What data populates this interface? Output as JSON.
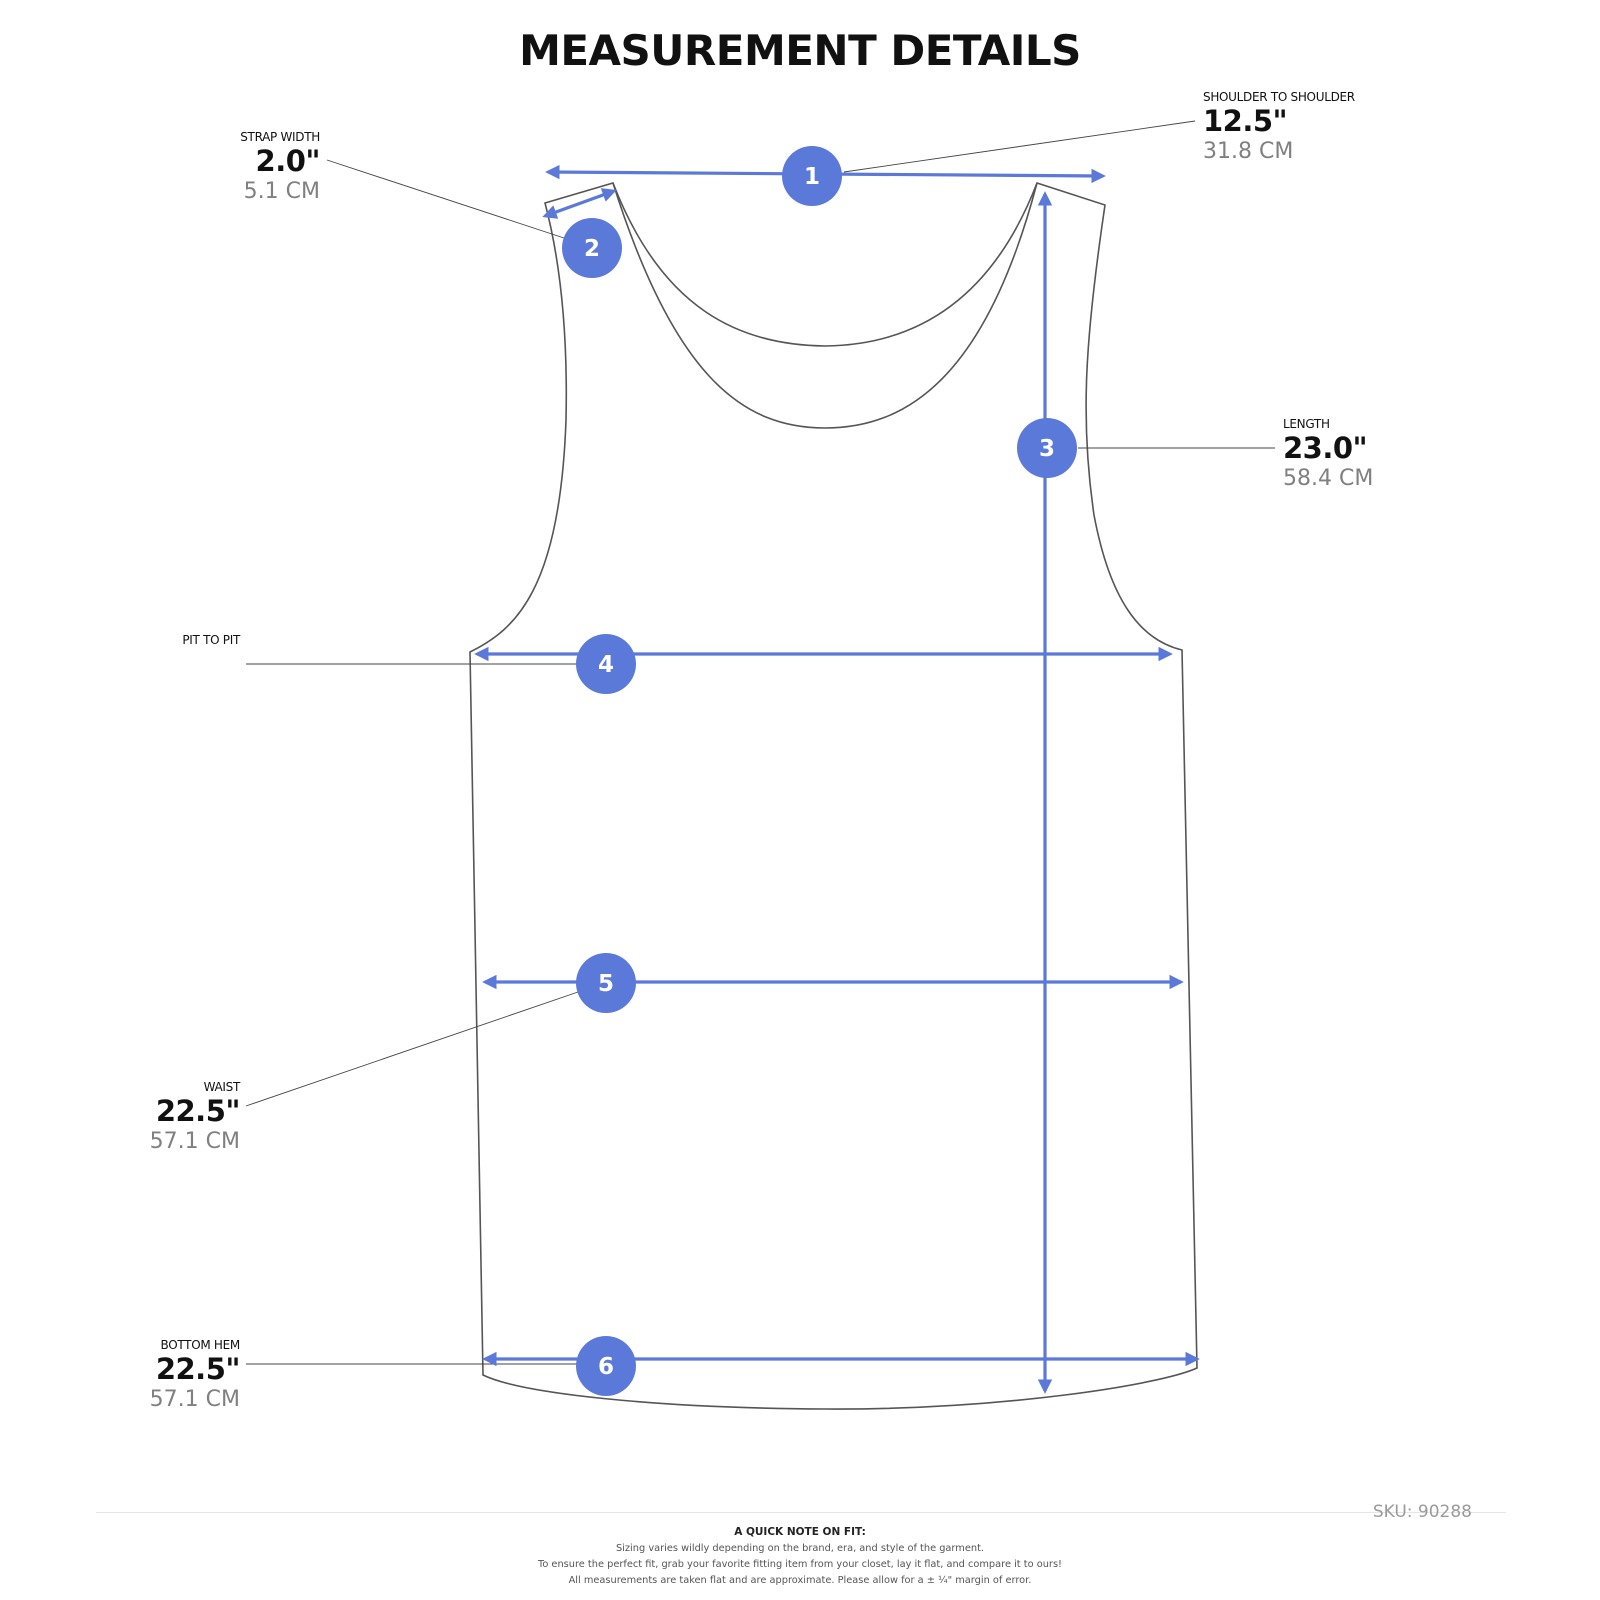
{
  "title": "MEASUREMENT DETAILS",
  "colors": {
    "accent": "#5b79d9",
    "outline": "#555555",
    "cm_text": "#808080"
  },
  "measurements": [
    {
      "number": "1",
      "label": "SHOULDER TO SHOULDER",
      "inches": "12.5\"",
      "cm": "31.8 CM"
    },
    {
      "number": "2",
      "label": "STRAP WIDTH",
      "inches": "2.0\"",
      "cm": "5.1 CM"
    },
    {
      "number": "3",
      "label": "LENGTH",
      "inches": "23.0\"",
      "cm": "58.4 CM"
    },
    {
      "number": "4",
      "label": "PIT TO PIT",
      "inches": "",
      "cm": ""
    },
    {
      "number": "5",
      "label": "WAIST",
      "inches": "22.5\"",
      "cm": "57.1 CM"
    },
    {
      "number": "6",
      "label": "BOTTOM HEM",
      "inches": "22.5\"",
      "cm": "57.1 CM"
    }
  ],
  "sku": "SKU: 90288",
  "fit_note": {
    "heading": "A QUICK NOTE ON FIT:",
    "lines": [
      "Sizing varies wildly depending on the brand, era, and style of the garment.",
      "To ensure the perfect fit, grab your favorite fitting item from your closet, lay it flat, and compare it to ours!",
      "All measurements are taken flat and are approximate. Please allow for a ± ¼\" margin of error."
    ]
  }
}
